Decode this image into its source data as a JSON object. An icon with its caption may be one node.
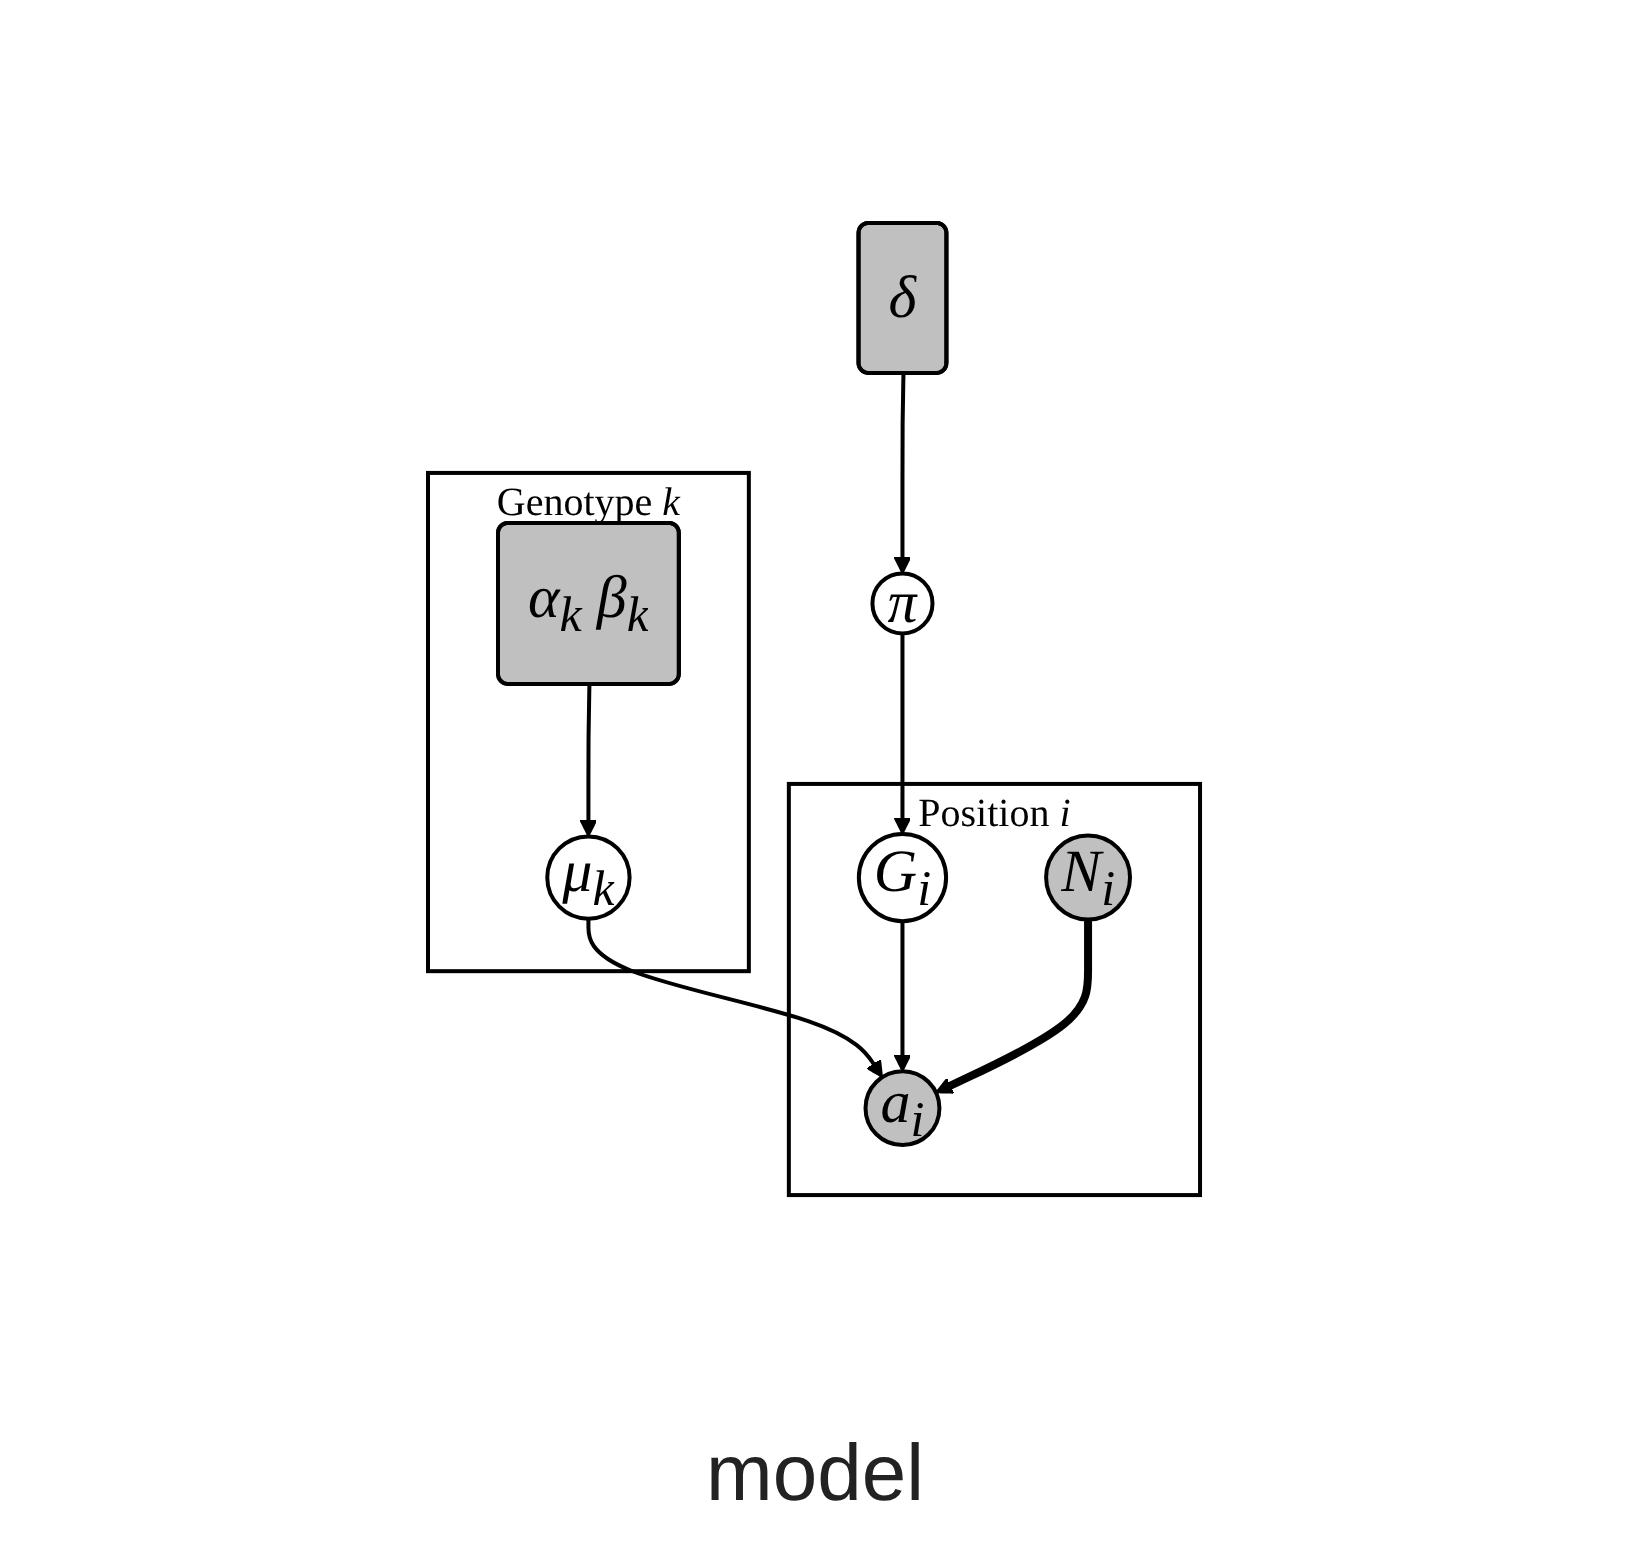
{
  "diagram": {
    "caption": "model",
    "nodes": [
      {
        "text": [
          "δ"
        ]
      },
      {
        "text": [
          "π"
        ]
      },
      {
        "text": [
          "Genotype *k*"
        ]
      },
      {
        "text": [
          "α$_{k}$ β$_{k}$"
        ],
        "in": 2
      },
      {
        "text": [
          "μ$_{k}$"
        ],
        "in": 2
      },
      {
        "text": [
          "Position *i*"
        ]
      },
      {
        "text": [
          "G$_{i}$"
        ],
        "in": 5
      },
      {
        "text": [
          "a$_{i}$"
        ],
        "in": 5
      },
      {
        "text": [
          "N$_{i}$"
        ],
        "in": 5
      }
    ],
    "edges": [
      {
        "from": 0,
        "to": 1,
        "arrow": "to"
      },
      {
        "from": 1,
        "to": 6,
        "arrow": "to"
      },
      {
        "from": 3,
        "to": 4,
        "arrow": "to"
      },
      {
        "from": 4,
        "to": 7,
        "arrow": "to"
      },
      {
        "from": 6,
        "to": 7,
        "arrow": "to"
      },
      {
        "from": 8,
        "to": 7,
        "arrow": "to",
        "style": "thick"
      }
    ]
  }
}
